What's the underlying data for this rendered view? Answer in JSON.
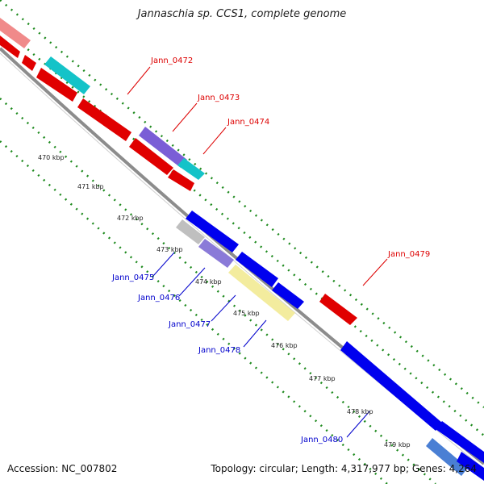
{
  "title": "Jannaschia sp. CCS1, complete genome",
  "footer": {
    "accession": "Accession: NC_007802",
    "summary": "Topology: circular; Length: 4,317,977 bp; Genes: 4,264"
  },
  "colors": {
    "backbone": "#8c8c8c",
    "forward_label": "#dd0000",
    "reverse_label": "#0000cc",
    "gc_dots": "#1e8a1e"
  },
  "ticks": [
    "470 kbp",
    "471 kbp",
    "472 kbp",
    "473 kbp",
    "474 kbp",
    "475 kbp",
    "476 kbp",
    "477 kbp",
    "478 kbp",
    "479 kbp"
  ],
  "gene_labels": {
    "forward": [
      "Jann_0472",
      "Jann_0473",
      "Jann_0474",
      "Jann_0479"
    ],
    "reverse": [
      "Jann_0475",
      "Jann_0476",
      "Jann_0477",
      "Jann_0478",
      "Jann_0480"
    ]
  }
}
